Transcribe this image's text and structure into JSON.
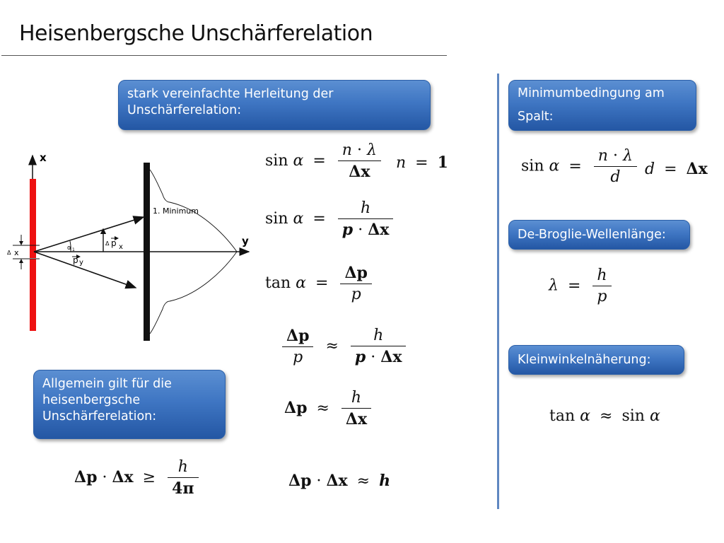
{
  "slide": {
    "title": "Heisenbergsche Unschärferelation",
    "boxes": {
      "derivation": "stark vereinfachte Herleitung der\nUnschärferelation:",
      "general": "Allgemein gilt für die\nheisenbergsche\nUnschärferelation:",
      "minimum": "Minimumbedingung  am\nSpalt:",
      "broglie": "De-Broglie-Wellenlänge:",
      "smallangle": "Kleinwinkelnäherung:"
    },
    "diagram": {
      "axis_x": "x",
      "axis_y": "y",
      "minimum_label": "1. Minimum",
      "delta": "Δ",
      "slit_label": "x",
      "px_label": "p",
      "px_sub": "x",
      "py_label": "p",
      "py_sub": "y",
      "alpha": "α",
      "alpha_sub": "1"
    },
    "formulas": {
      "sin": "sin",
      "tan": "tan",
      "alpha": "α",
      "n": "n",
      "dot": "·",
      "lambda": "λ",
      "delta_x": "Δx",
      "delta_p": "Δp",
      "h": "h",
      "p": "p",
      "d": "d",
      "four_pi": "4π",
      "eq": "=",
      "approx": "≈",
      "geq": "≥",
      "one": "1"
    },
    "colors": {
      "box": "#3f76c3",
      "slit": "#ee1111",
      "divider": "#5f87c1"
    }
  }
}
